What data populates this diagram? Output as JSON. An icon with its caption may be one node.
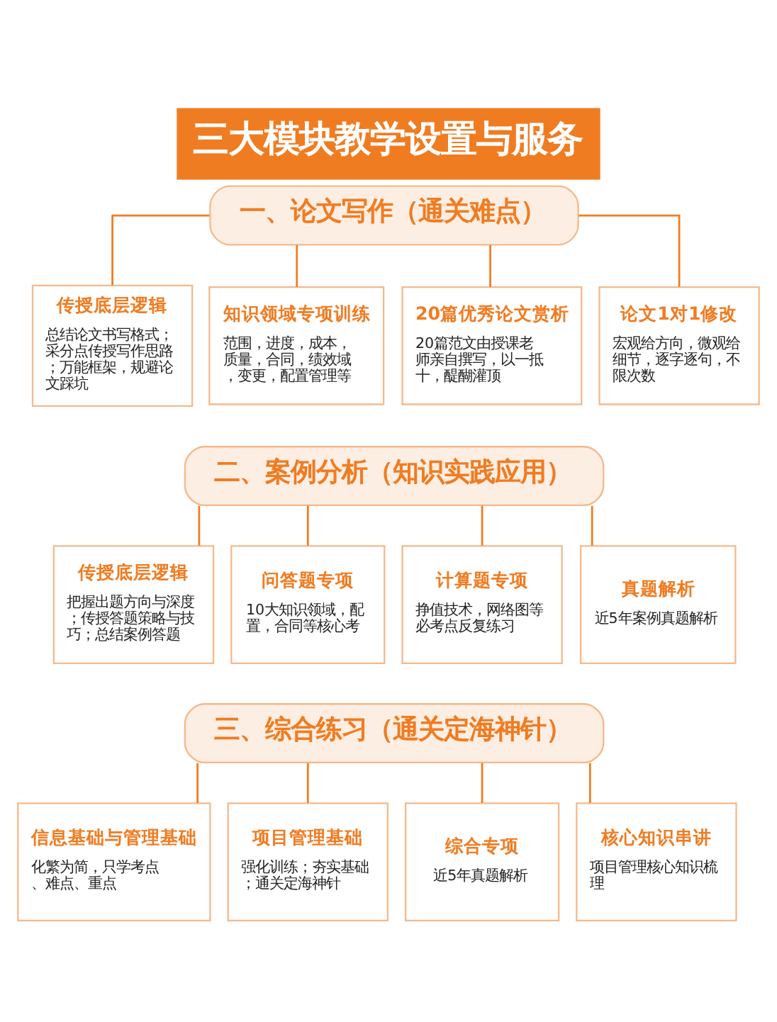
{
  "diagram": {
    "title": "三大模块教学设置与服务",
    "nodes": [
      {
        "text": [
          "一、论文写作（通关难点）"
        ]
      },
      {
        "text": [
          "传授底层逻辑",
          "总结论文书写格式；采分点传授写作思路；万能框架，规避论文踩坑"
        ]
      },
      {
        "text": [
          "知识领域专项训练",
          "范围，进度，成本，质量，合同，绩效域，变更，配置管理等"
        ]
      },
      {
        "text": [
          "20篇优秀论文赏析",
          "20篇范文由授课老师亲自撰写，以一抵十，醍醐灌顶"
        ]
      },
      {
        "text": [
          "论文1对1修改",
          "宏观给方向，微观给细节，逐字逐句，不限次数"
        ]
      },
      {
        "text": [
          "二、案例分析（知识实践应用）"
        ]
      },
      {
        "text": [
          "传授底层逻辑",
          "把握出题方向与深度；传授答题策略与技巧；总结案例答题"
        ]
      },
      {
        "text": [
          "问答题专项",
          "10大知识领域，配置，合同等核心考"
        ]
      },
      {
        "text": [
          "计算题专项",
          "挣值技术，网络图等必考点反复练习"
        ]
      },
      {
        "text": [
          "真题解析",
          "近5年案例真题解析"
        ]
      },
      {
        "text": [
          "三、综合练习（通关定海神针）"
        ]
      },
      {
        "text": [
          "信息基础与管理基础",
          "化繁为简，只学考点、难点、重点"
        ]
      },
      {
        "text": [
          "项目管理基础",
          "强化训练；夯实基础；通关定海神针"
        ]
      },
      {
        "text": [
          "综合专项",
          "近5年真题解析"
        ]
      },
      {
        "text": [
          "核心知识串讲",
          "项目管理核心知识梳理"
        ]
      }
    ],
    "edges": [
      {
        "from": 0,
        "to": 1,
        "arrow": "none"
      },
      {
        "from": 0,
        "to": 2,
        "arrow": "none"
      },
      {
        "from": 0,
        "to": 3,
        "arrow": "none"
      },
      {
        "from": 0,
        "to": 4,
        "arrow": "none"
      },
      {
        "from": 5,
        "to": 6,
        "arrow": "none"
      },
      {
        "from": 5,
        "to": 7,
        "arrow": "none"
      },
      {
        "from": 5,
        "to": 8,
        "arrow": "none"
      },
      {
        "from": 5,
        "to": 9,
        "arrow": "none"
      },
      {
        "from": 10,
        "to": 11,
        "arrow": "none"
      },
      {
        "from": 10,
        "to": 12,
        "arrow": "none"
      },
      {
        "from": 10,
        "to": 13,
        "arrow": "none"
      },
      {
        "from": 10,
        "to": 14,
        "arrow": "none"
      }
    ]
  }
}
